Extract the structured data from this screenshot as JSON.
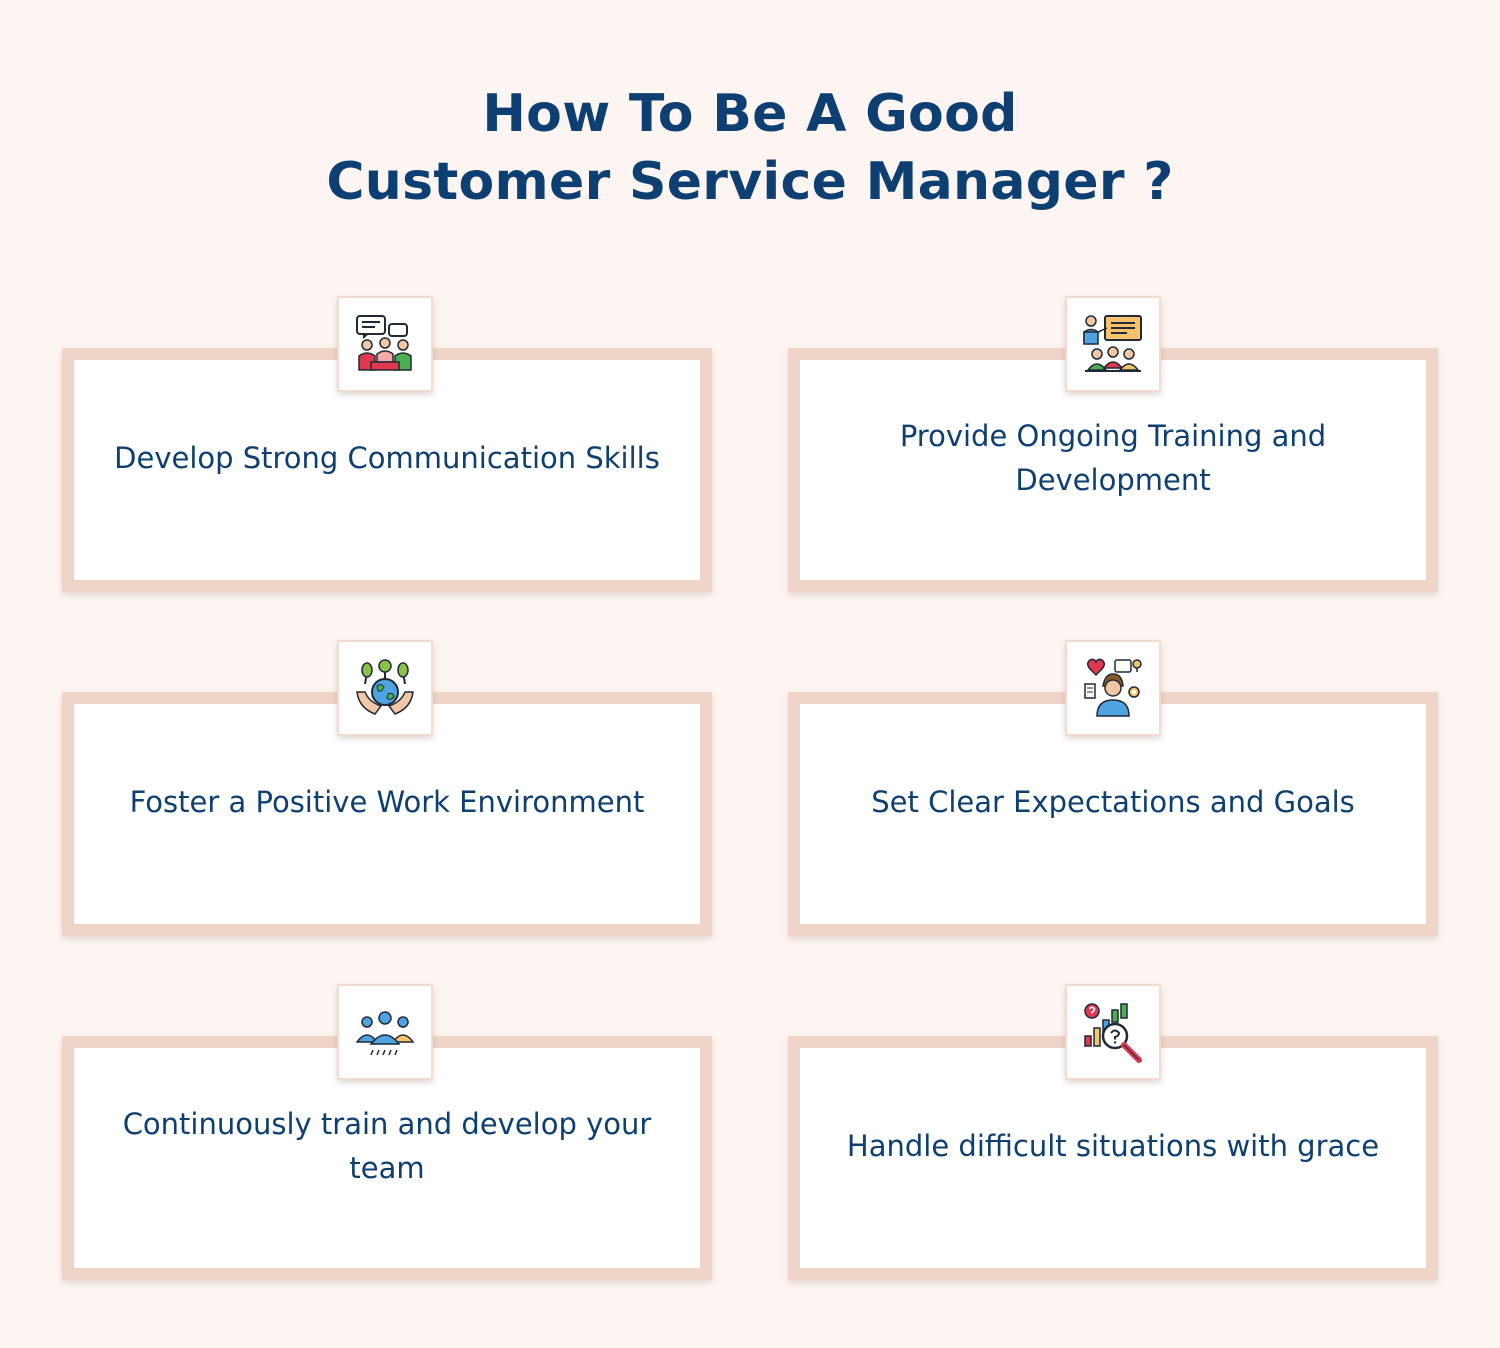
{
  "title": {
    "line1": "How To Be A Good",
    "line2": "Customer Service Manager ?"
  },
  "colors": {
    "background": "#fdf5f1",
    "card_border": "#efd5c7",
    "text": "#0e3f73"
  },
  "cards": [
    {
      "text": "Develop Strong Communication Skills",
      "icon": "communication-meeting-icon"
    },
    {
      "text": "Provide Ongoing Training and Development",
      "icon": "presentation-training-icon"
    },
    {
      "text": "Foster a Positive Work Environment",
      "icon": "hands-globe-plants-icon"
    },
    {
      "text": "Set Clear Expectations and Goals",
      "icon": "person-ideas-goals-icon"
    },
    {
      "text": "Continuously train and develop your team",
      "icon": "team-group-icon"
    },
    {
      "text": "Handle difficult situations with grace",
      "icon": "analysis-magnifier-icon"
    }
  ]
}
